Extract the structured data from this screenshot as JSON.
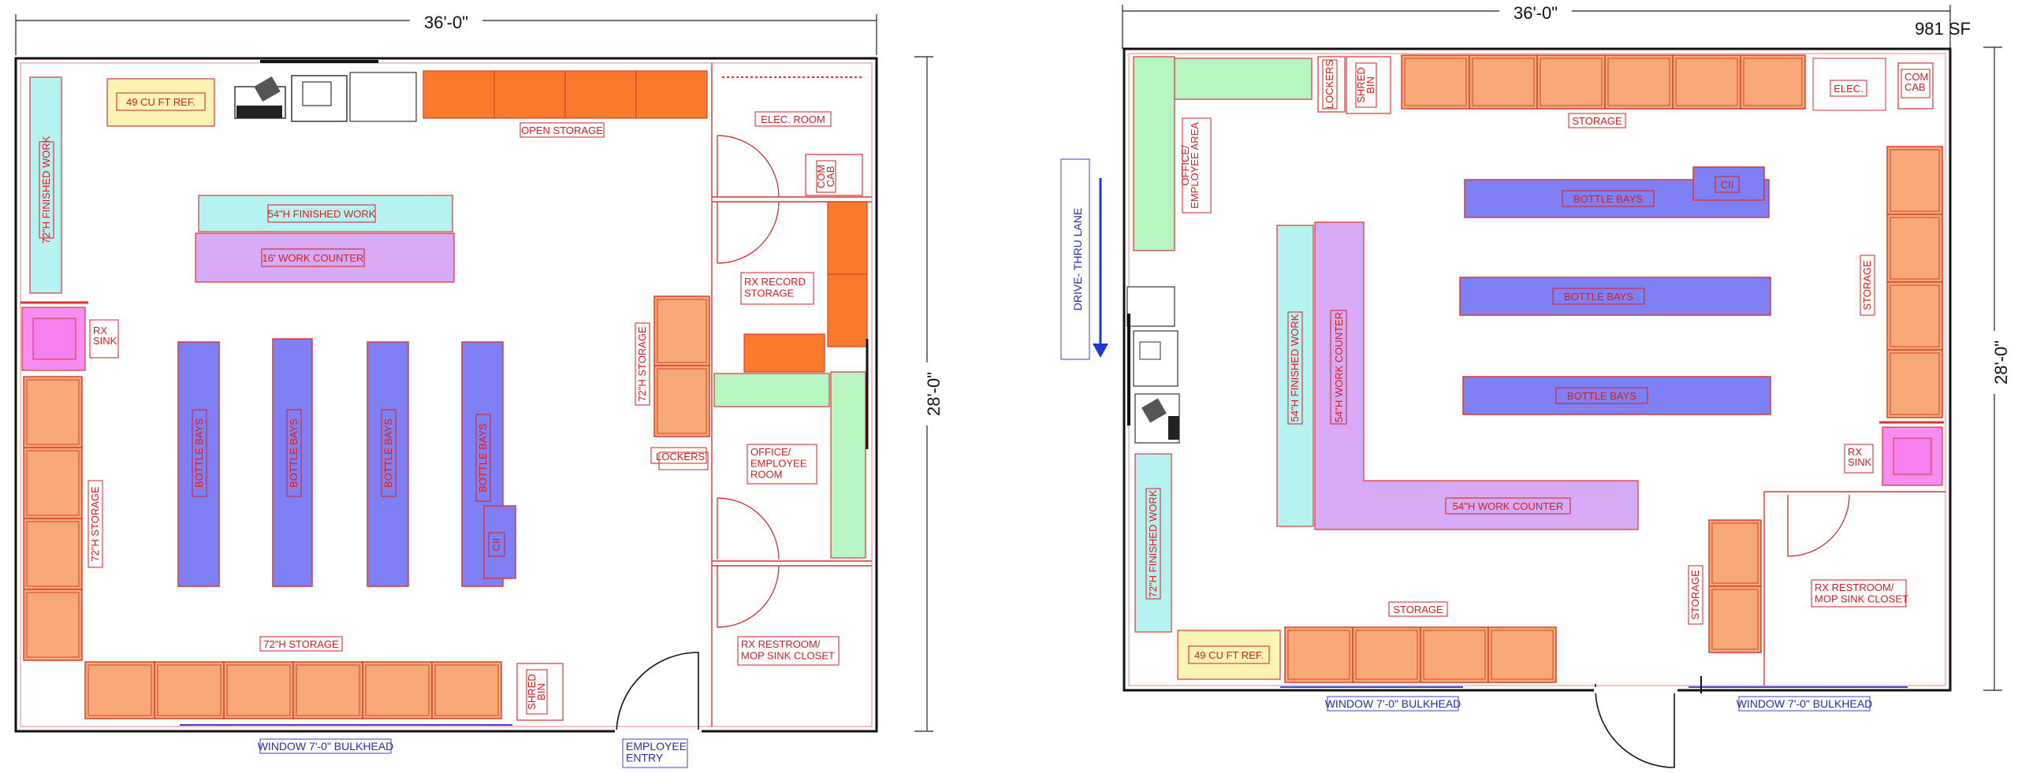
{
  "plan_a": {
    "width_dim": "36'-0\"",
    "depth_dim": "28'-0\"",
    "labels": {
      "ref": "49 CU FT REF.",
      "open_storage": "OPEN STORAGE",
      "elec_room": "ELEC. ROOM",
      "com_cab": "COM\nCAB",
      "finished_72": "72\"H FINISHED WORK",
      "finished_54": "54\"H FINISHED WORK",
      "counter_16": "16' WORK COUNTER",
      "rx_sink": "RX\nSINK",
      "rx_record": "RX RECORD\nSTORAGE",
      "storage_72_right": "72\"H STORAGE",
      "bottle_bays": "BOTTLE BAYS",
      "ci": "CII",
      "lockers": "LOCKERS",
      "office_room": "OFFICE/\nEMPLOYEE\nROOM",
      "storage_72_left": "72\"H STORAGE",
      "storage_72_bottom": "72\"H STORAGE",
      "shred_bin": "SHRED\nBIN",
      "restroom": "RX RESTROOM/\nMOP SINK CLOSET",
      "window": "WINDOW 7'-0\" BULKHEAD",
      "entry": "EMPLOYEE\nENTRY"
    }
  },
  "plan_b": {
    "width_dim": "36'-0\"",
    "depth_dim": "28'-0\"",
    "area": "981 SF",
    "labels": {
      "lockers": "LOCKERS",
      "shred_bin": "SHRED\nBIN",
      "storage_top": "STORAGE",
      "elec": "ELEC.",
      "com_cab": "COM\nCAB",
      "office_area": "OFFICE/\nEMPLOYEE AREA",
      "drive_thru": "DRIVE- THRU LANE",
      "bottle_bays": "BOTTLE BAYS",
      "ci": "CII",
      "finished_54": "54\"H FINISHED WORK",
      "counter_54_v": "54\"H WORK COUNTER",
      "counter_54_h": "54\"H WORK COUNTER",
      "storage_right": "STORAGE",
      "rx_sink": "RX\nSINK",
      "finished_72": "72\"H FINISHED WORK",
      "storage_bottom": "STORAGE",
      "ref": "49 CU FT REF.",
      "storage_small": "STORAGE",
      "restroom": "RX RESTROOM/\nMOP SINK CLOSET",
      "window_left": "WINDOW 7'-0\" BULKHEAD",
      "window_right": "WINDOW 7'-0\" BULKHEAD"
    }
  }
}
